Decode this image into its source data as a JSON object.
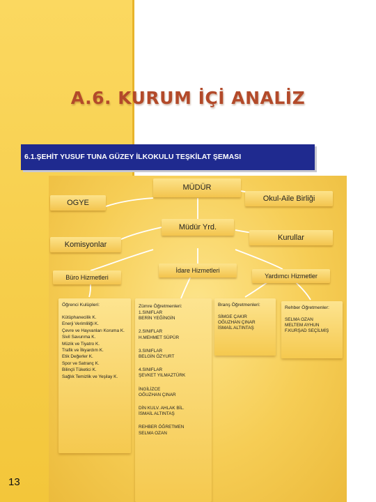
{
  "title": "A.6. KURUM İÇİ ANALİZ",
  "band_text": "6.1.ŞEHİT YUSUF TUNA GÜZEY İLKOKULU TEŞKİLAT ŞEMASI",
  "nodes": {
    "mudur": "MÜDÜR",
    "ogye": "OGYE",
    "okul_aile": "Okul-Aile Birliği",
    "mudur_yrd": "Müdür Yrd.",
    "komisyonlar": "Komisyonlar",
    "kurullar": "Kurullar",
    "buro": "Büro Hizmetleri",
    "idare": "İdare Hizmetleri",
    "yardimci": "Yardımcı Hizmetler"
  },
  "cards": {
    "kulupler": {
      "caption": "Öğrenci Kulüpleri:",
      "items": [
        "Kütüphanecilik K.",
        "Enerji Verimliliği K.",
        "Çevre ve Hayvanları Koruma K.",
        "Sivil Savunma K.",
        "Müzik ve Tiyatro K.",
        "Trafik ve İlkyardım K.",
        "Etik Değerler K.",
        "Spor ve Satranç K.",
        "Bilinçli Tüketici K.",
        "Sağlık Temizlik ve Yeşilay K."
      ]
    },
    "zumre": {
      "caption": "Zümre Öğretmenleri:",
      "groups": [
        [
          "1.SINIFLAR",
          "BERİN YEĞİNGİN"
        ],
        [
          "2.SINIFLAR",
          "H.MEHMET SÜPÜR"
        ],
        [
          "3.SINIFLAR",
          "BELGİN ÖZYURT"
        ],
        [
          "4.SINIFLAR",
          "ŞEVKET YILMAZTÜRK"
        ],
        [
          "İNGİLİZCE",
          "OĞUZHAN ÇINAR"
        ],
        [
          "DİN KULV. AHLAK BİL.",
          "İSMAİL ALTINTAŞ"
        ],
        [
          "REHBER ÖĞRETMEN",
          "SELMA OZAN"
        ]
      ]
    },
    "brans": {
      "caption": "Branş Öğretmenleri:",
      "items": [
        "SİMGE ÇAKIR",
        "OĞUZHAN ÇINAR",
        "İSMAİL ALTINTAŞ"
      ]
    },
    "rehber": {
      "caption": "Rehber Öğretmenler:",
      "items": [
        "SELMA OZAN",
        "MELTEM AYHUN",
        "F.KURŞAD SEÇİLMİŞ"
      ]
    }
  },
  "page_number": "13"
}
